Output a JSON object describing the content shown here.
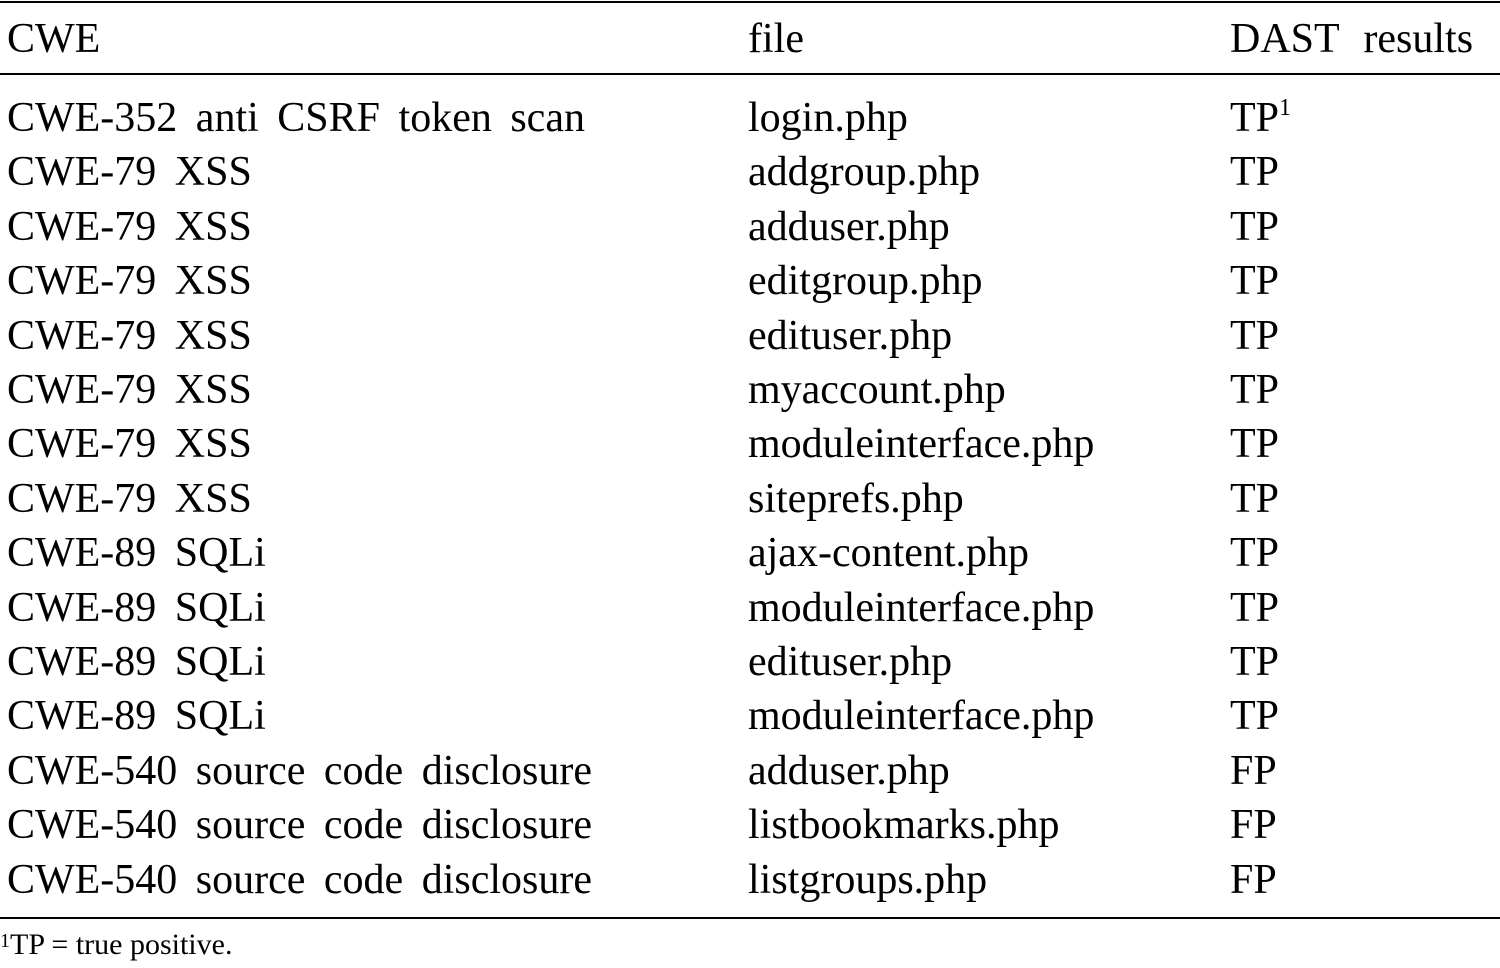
{
  "table": {
    "headers": {
      "cwe": "CWE",
      "file": "file",
      "result": "DAST results"
    },
    "rows": [
      {
        "cwe": "CWE-352 anti CSRF token scan",
        "file": "login.php",
        "result": "TP",
        "note": "1"
      },
      {
        "cwe": "CWE-79 XSS",
        "file": "addgroup.php",
        "result": "TP"
      },
      {
        "cwe": "CWE-79 XSS",
        "file": "adduser.php",
        "result": "TP"
      },
      {
        "cwe": "CWE-79 XSS",
        "file": "editgroup.php",
        "result": "TP"
      },
      {
        "cwe": "CWE-79 XSS",
        "file": "edituser.php",
        "result": "TP"
      },
      {
        "cwe": "CWE-79 XSS",
        "file": "myaccount.php",
        "result": "TP"
      },
      {
        "cwe": "CWE-79 XSS",
        "file": "moduleinterface.php",
        "result": "TP"
      },
      {
        "cwe": "CWE-79 XSS",
        "file": "siteprefs.php",
        "result": "TP"
      },
      {
        "cwe": "CWE-89 SQLi",
        "file": "ajax-content.php",
        "result": "TP"
      },
      {
        "cwe": "CWE-89 SQLi",
        "file": "moduleinterface.php",
        "result": "TP"
      },
      {
        "cwe": "CWE-89 SQLi",
        "file": "edituser.php",
        "result": "TP"
      },
      {
        "cwe": "CWE-89 SQLi",
        "file": "moduleinterface.php",
        "result": "TP"
      },
      {
        "cwe": "CWE-540 source code disclosure",
        "file": "adduser.php",
        "result": "FP"
      },
      {
        "cwe": "CWE-540 source code disclosure",
        "file": "listbookmarks.php",
        "result": "FP"
      },
      {
        "cwe": "CWE-540 source code disclosure",
        "file": "listgroups.php",
        "result": "FP"
      }
    ]
  },
  "footnote": {
    "mark": "1",
    "text": "TP = true positive."
  }
}
